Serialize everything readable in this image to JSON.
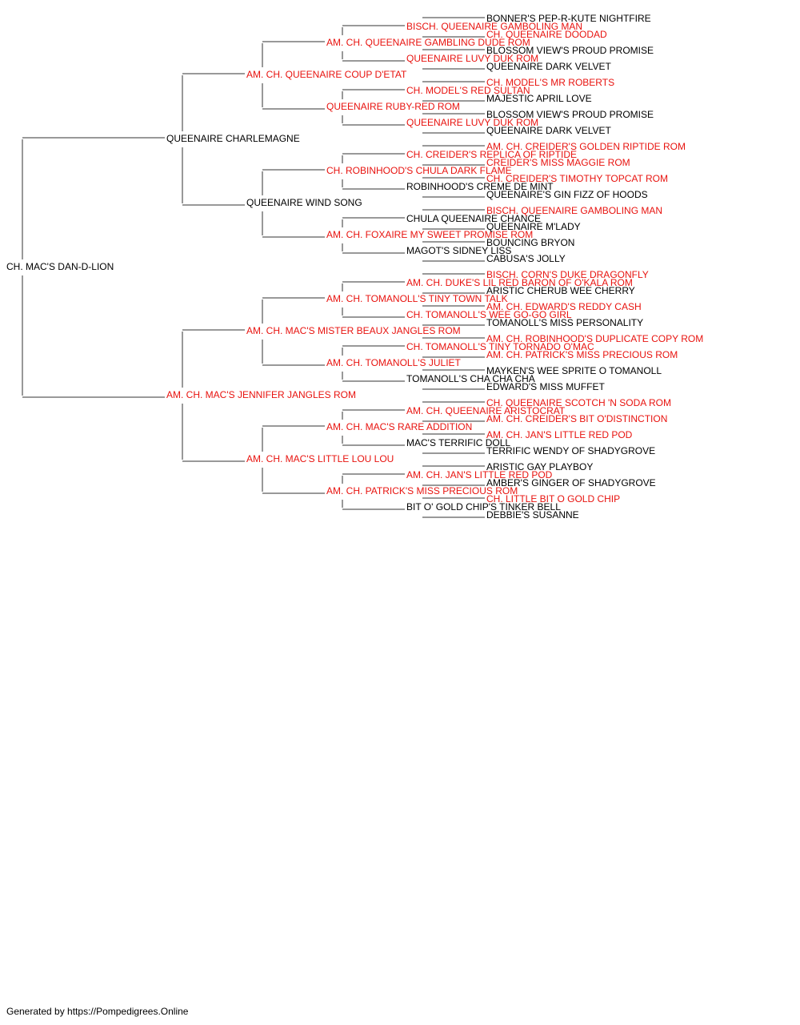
{
  "colors": {
    "titled": "#e8130f",
    "plain": "#000000",
    "line": "#333333"
  },
  "footer": {
    "text": "Generated by https://Pompedigrees.Online"
  },
  "pedigree": {
    "name": "CH. MAC'S DAN-D-LION",
    "titled": false,
    "sire": {
      "name": "QUEENAIRE CHARLEMAGNE",
      "titled": false,
      "sire": {
        "name": "AM. CH. QUEENAIRE COUP D'ETAT",
        "titled": true,
        "sire": {
          "name": "AM. CH. QUEENAIRE GAMBLING DUDE ROM",
          "titled": true,
          "sire": {
            "name": "BISCH. QUEENAIRE GAMBOLING MAN",
            "titled": true,
            "sire": {
              "name": "BONNER'S PEP-R-KUTE NIGHTFIRE",
              "titled": false
            },
            "dam": {
              "name": "CH. QUEENAIRE DOODAD",
              "titled": true
            }
          },
          "dam": {
            "name": "QUEENAIRE LUVY DUK ROM",
            "titled": true,
            "sire": {
              "name": "BLOSSOM VIEW'S PROUD PROMISE",
              "titled": false
            },
            "dam": {
              "name": "QUEENAIRE DARK VELVET",
              "titled": false
            }
          }
        },
        "dam": {
          "name": "QUEENAIRE RUBY-RED ROM",
          "titled": true,
          "sire": {
            "name": "CH. MODEL'S RED SULTAN",
            "titled": true,
            "sire": {
              "name": "CH. MODEL'S MR ROBERTS",
              "titled": true
            },
            "dam": {
              "name": "MAJESTIC APRIL LOVE",
              "titled": false
            }
          },
          "dam": {
            "name": "QUEENAIRE LUVY DUK ROM",
            "titled": true,
            "sire": {
              "name": "BLOSSOM VIEW'S PROUD PROMISE",
              "titled": false
            },
            "dam": {
              "name": "QUEENAIRE DARK VELVET",
              "titled": false
            }
          }
        }
      },
      "dam": {
        "name": "QUEENAIRE WIND SONG",
        "titled": false,
        "sire": {
          "name": "CH. ROBINHOOD'S CHULA DARK FLAME",
          "titled": true,
          "sire": {
            "name": "CH. CREIDER'S REPLICA OF RIPTIDE",
            "titled": true,
            "sire": {
              "name": "AM. CH. CREIDER'S GOLDEN RIPTIDE ROM",
              "titled": true
            },
            "dam": {
              "name": "CREIDER'S MISS MAGGIE ROM",
              "titled": true
            }
          },
          "dam": {
            "name": "ROBINHOOD'S CREME DE MINT",
            "titled": false,
            "sire": {
              "name": "CH. CREIDER'S TIMOTHY TOPCAT ROM",
              "titled": true
            },
            "dam": {
              "name": "QUEENAIRE'S GIN FIZZ OF HOODS",
              "titled": false
            }
          }
        },
        "dam": {
          "name": "AM. CH. FOXAIRE MY SWEET PROMISE ROM",
          "titled": true,
          "sire": {
            "name": "CHULA QUEENAIRE CHANCE",
            "titled": false,
            "sire": {
              "name": "BISCH. QUEENAIRE GAMBOLING MAN",
              "titled": true
            },
            "dam": {
              "name": "QUEENAIRE M'LADY",
              "titled": false
            }
          },
          "dam": {
            "name": "MAGOT'S SIDNEY LISS",
            "titled": false,
            "sire": {
              "name": "BOUNCING BRYON",
              "titled": false
            },
            "dam": {
              "name": "CABUSA'S JOLLY",
              "titled": false
            }
          }
        }
      }
    },
    "dam": {
      "name": "AM. CH. MAC'S JENNIFER JANGLES ROM",
      "titled": true,
      "sire": {
        "name": "AM. CH. MAC'S MISTER BEAUX JANGLES ROM",
        "titled": true,
        "sire": {
          "name": "AM. CH. TOMANOLL'S TINY TOWN TALK",
          "titled": true,
          "sire": {
            "name": "AM. CH. DUKE'S LIL RED BARON OF O'KALA ROM",
            "titled": true,
            "sire": {
              "name": "BISCH. CORN'S DUKE DRAGONFLY",
              "titled": true
            },
            "dam": {
              "name": "ARISTIC CHERUB WEE CHERRY",
              "titled": false
            }
          },
          "dam": {
            "name": "CH. TOMANOLL'S WEE GO-GO GIRL",
            "titled": true,
            "sire": {
              "name": "AM. CH. EDWARD'S REDDY CASH",
              "titled": true
            },
            "dam": {
              "name": "TOMANOLL'S MISS PERSONALITY",
              "titled": false
            }
          }
        },
        "dam": {
          "name": "AM. CH. TOMANOLL'S JULIET",
          "titled": true,
          "sire": {
            "name": "CH. TOMANOLL'S TINY TORNADO O'MAC",
            "titled": true,
            "sire": {
              "name": "AM. CH. ROBINHOOD'S DUPLICATE COPY ROM",
              "titled": true
            },
            "dam": {
              "name": "AM. CH. PATRICK'S MISS PRECIOUS ROM",
              "titled": true
            }
          },
          "dam": {
            "name": "TOMANOLL'S CHA CHA CHA",
            "titled": false,
            "sire": {
              "name": "MAYKEN'S WEE SPRITE O TOMANOLL",
              "titled": false
            },
            "dam": {
              "name": "EDWARD'S MISS MUFFET",
              "titled": false
            }
          }
        }
      },
      "dam": {
        "name": "AM. CH. MAC'S LITTLE LOU LOU",
        "titled": true,
        "sire": {
          "name": "AM. CH. MAC'S RARE ADDITION",
          "titled": true,
          "sire": {
            "name": "AM. CH. QUEENAIRE ARISTOCRAT",
            "titled": true,
            "sire": {
              "name": "CH. QUEENAIRE SCOTCH 'N SODA ROM",
              "titled": true
            },
            "dam": {
              "name": "AM. CH. CREIDER'S BIT O'DISTINCTION",
              "titled": true
            }
          },
          "dam": {
            "name": "MAC'S TERRIFIC DOLL",
            "titled": false,
            "sire": {
              "name": "AM. CH. JAN'S LITTLE RED POD",
              "titled": true
            },
            "dam": {
              "name": "TERRIFIC WENDY OF SHADYGROVE",
              "titled": false
            }
          }
        },
        "dam": {
          "name": "AM. CH. PATRICK'S MISS PRECIOUS ROM",
          "titled": true,
          "sire": {
            "name": "AM. CH. JAN'S LITTLE RED POD",
            "titled": true,
            "sire": {
              "name": "ARISTIC GAY PLAYBOY",
              "titled": false
            },
            "dam": {
              "name": "AMBER'S GINGER OF SHADYGROVE",
              "titled": false
            }
          },
          "dam": {
            "name": "BIT O' GOLD CHIP'S TINKER BELL",
            "titled": false,
            "sire": {
              "name": "CH. LITTLE BIT O GOLD CHIP",
              "titled": true
            },
            "dam": {
              "name": "DEBBIE'S SUSANNE",
              "titled": false
            }
          }
        }
      }
    }
  }
}
